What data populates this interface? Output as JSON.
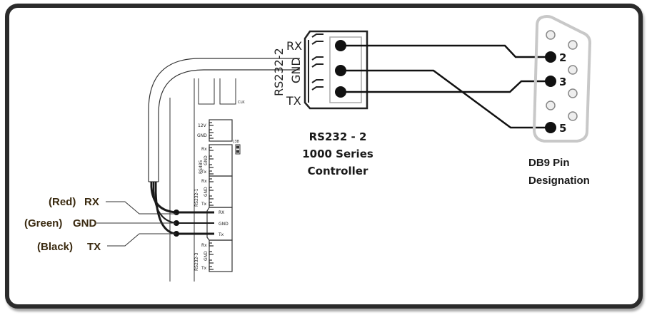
{
  "controller": {
    "port_label": "RS232-2",
    "pins": [
      "RX",
      "GND",
      "TX"
    ],
    "caption": [
      "RS232 - 2",
      "1000 Series",
      "Controller"
    ]
  },
  "db9": {
    "pin_numbers": [
      "2",
      "3",
      "5"
    ],
    "caption": [
      "DB9 Pin",
      "Designation"
    ]
  },
  "cable": {
    "wires": [
      {
        "color_name": "(Red)",
        "signal": "RX"
      },
      {
        "color_name": "(Green)",
        "signal": "GND"
      },
      {
        "color_name": "(Black)",
        "signal": "TX"
      }
    ]
  },
  "board": {
    "power_labels": [
      "12V",
      "GND"
    ],
    "jumper_label": "J38",
    "rs485": {
      "name": "RS485",
      "pins": [
        "Rx",
        "GND",
        "Tx"
      ]
    },
    "rs232_1": {
      "name": "RS232-1",
      "pins": [
        "Rx",
        "GND",
        "Tx"
      ]
    },
    "rs232_2_pins": [
      "RX",
      "GND",
      "Tx"
    ],
    "rs232_3": {
      "name": "RS232-3",
      "pins": [
        "Rx",
        "GND",
        "Tx"
      ]
    },
    "small_label": "CLK"
  },
  "wiring": [
    {
      "from": "RX",
      "to_pin": "2"
    },
    {
      "from": "GND",
      "to_pin": "5"
    },
    {
      "from": "TX",
      "to_pin": "3"
    }
  ]
}
